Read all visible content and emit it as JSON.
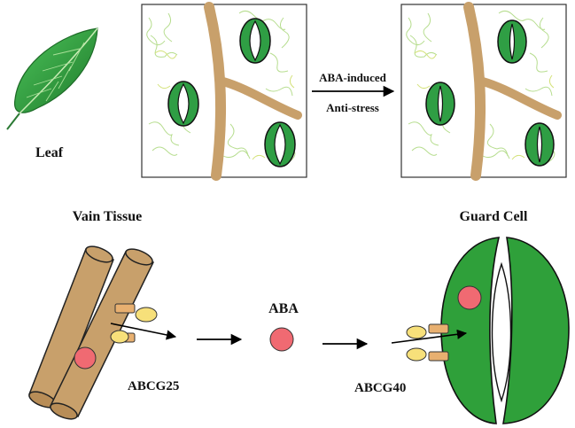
{
  "labels": {
    "leaf": "Leaf",
    "arrow_top": "ABA-induced",
    "arrow_bottom": "Anti-stress",
    "vein_tissue": "Vain Tissue",
    "guard_cell": "Guard Cell",
    "aba": "ABA",
    "abcg25": "ABCG25",
    "abcg40": "ABCG40"
  },
  "colors": {
    "leaf_green": "#2e9a3c",
    "stoma_green": "#2f9e44",
    "vein_brown": "#c8a06b",
    "aba_red": "#f06a72",
    "transporter_tan": "#e8b070",
    "transporter_yellow": "#f7e07a",
    "guard_green": "#2fa03a"
  },
  "icons": [
    "leaf-icon",
    "stoma-icon",
    "vein-tube-icon",
    "transporter-icon",
    "aba-molecule-icon",
    "guard-cell-icon",
    "arrow-right-icon"
  ]
}
